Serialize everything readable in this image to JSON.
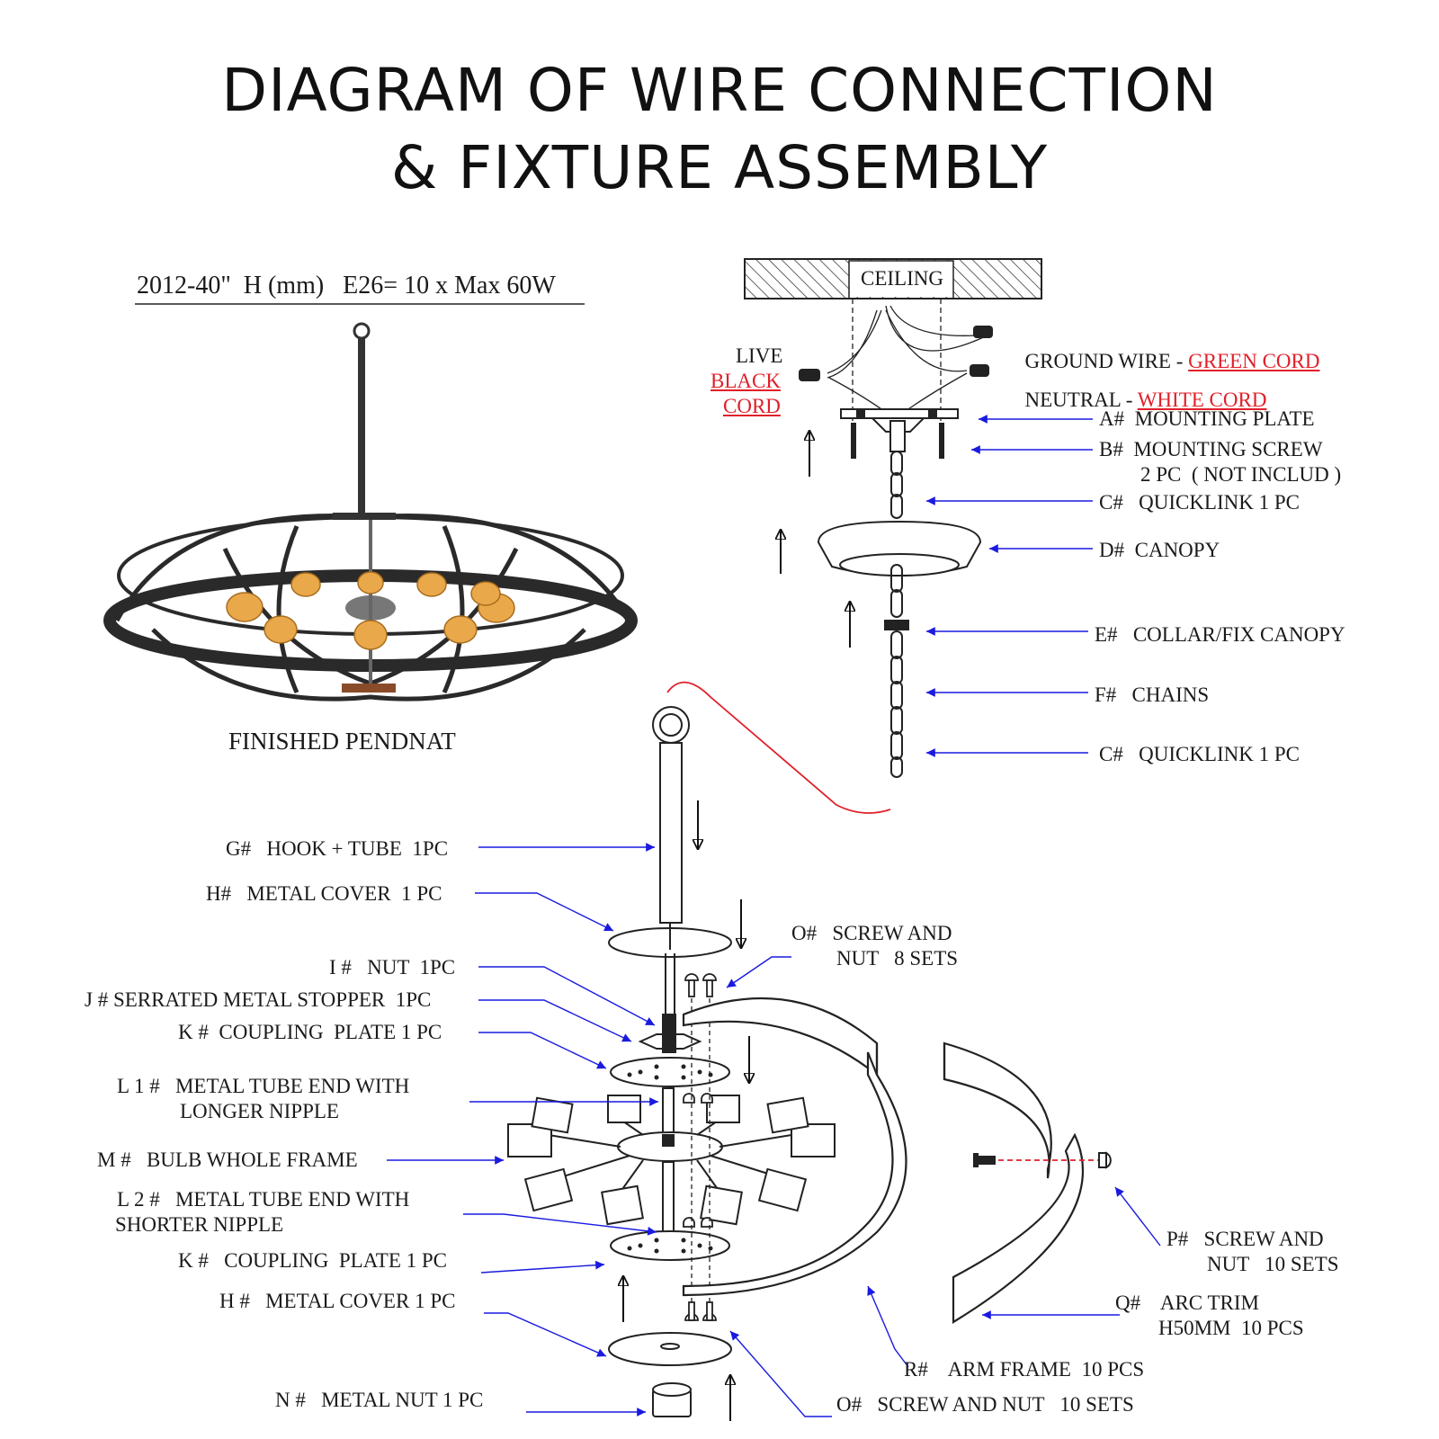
{
  "title": {
    "line1": "DIAGRAM OF WIRE CONNECTION",
    "line2": "& FIXTURE ASSEMBLY"
  },
  "product": {
    "spec": "2012-40\"  H (mm)   E26= 10 x Max 60W",
    "caption": "FINISHED PENDNAT"
  },
  "ceiling": {
    "label": "CEILING",
    "live_label": "LIVE",
    "live_cord_1": "BLACK",
    "live_cord_2": "CORD",
    "ground_label": "GROUND WIRE - ",
    "ground_cord": "GREEN CORD",
    "neutral_label": "NEUTRAL - ",
    "neutral_cord": "WHITE CORD"
  },
  "parts_top": [
    {
      "code": "A#",
      "text": "MOUNTING PLATE"
    },
    {
      "code": "B#",
      "text": "MOUNTING SCREW"
    },
    {
      "code": "",
      "text": "2 PC  ( NOT INCLUD )"
    },
    {
      "code": "C#",
      "text": "QUICKLINK 1 PC"
    },
    {
      "code": "D#",
      "text": "CANOPY"
    },
    {
      "code": "E#",
      "text": "COLLAR/FIX CANOPY"
    },
    {
      "code": "F#",
      "text": "CHAINS"
    },
    {
      "code": "C#",
      "text": "QUICKLINK 1 PC"
    }
  ],
  "parts_left": [
    {
      "text": "G#   HOOK + TUBE  1PC"
    },
    {
      "text": "H#   METAL COVER  1 PC"
    },
    {
      "text": "I #   NUT  1PC"
    },
    {
      "text": "J # SERRATED METAL STOPPER  1PC"
    },
    {
      "text": "K #  COUPLING  PLATE 1 PC"
    },
    {
      "text": "L 1 #   METAL TUBE END WITH"
    },
    {
      "text": "LONGER NIPPLE"
    },
    {
      "text": "M #   BULB WHOLE FRAME"
    },
    {
      "text": "L 2 #   METAL TUBE END WITH"
    },
    {
      "text": "SHORTER NIPPLE"
    },
    {
      "text": "K #   COUPLING  PLATE 1 PC"
    },
    {
      "text": "H #   METAL COVER 1 PC"
    },
    {
      "text": "N #   METAL NUT 1 PC"
    }
  ],
  "parts_right": [
    {
      "text": "O#   SCREW AND"
    },
    {
      "text": "NUT   8 SETS"
    },
    {
      "text": "P#   SCREW AND"
    },
    {
      "text": "NUT   10 SETS"
    },
    {
      "text": "Q#    ARC TRIM"
    },
    {
      "text": "H50MM  10 PCS"
    },
    {
      "text": "R#    ARM FRAME  10 PCS"
    },
    {
      "text": "O#   SCREW AND NUT   10 SETS"
    }
  ],
  "colors": {
    "arrow": "#1a1ae0",
    "accent_red": "#e0202a",
    "line": "#1a1a1a"
  }
}
